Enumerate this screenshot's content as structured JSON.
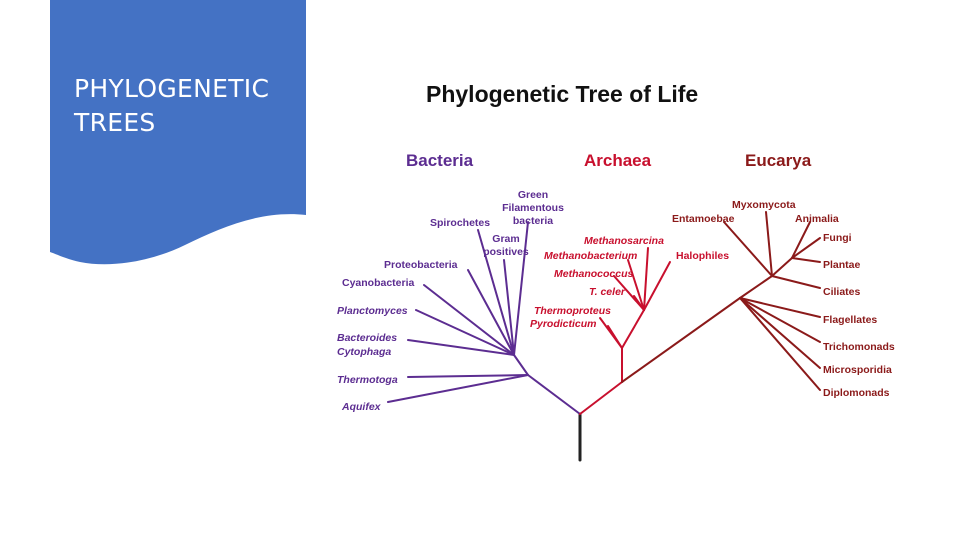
{
  "slide": {
    "title_lines": [
      "PHYLOGENETIC",
      "TREES"
    ],
    "panel_color": "#4472c4"
  },
  "figure": {
    "title": "Phylogenetic Tree of Life",
    "colors": {
      "bacteria": "#5c2d91",
      "archaea": "#c8102e",
      "eucarya": "#8b1a1a",
      "root": "#222222"
    },
    "domains": {
      "bacteria": "Bacteria",
      "archaea": "Archaea",
      "eucarya": "Eucarya"
    },
    "bacteria_taxa": {
      "green_filamentous": [
        "Green",
        "Filamentous",
        "bacteria"
      ],
      "spirochetes": "Spirochetes",
      "gram_positives": [
        "Gram",
        "positives"
      ],
      "proteobacteria": "Proteobacteria",
      "cyanobacteria": "Cyanobacteria",
      "planctomyces": "Planctomyces",
      "bacteroides": [
        "Bacteroides",
        "Cytophaga"
      ],
      "thermotoga": "Thermotoga",
      "aquifex": "Aquifex"
    },
    "archaea_taxa": {
      "methanosarcina": "Methanosarcina",
      "methanobacterium": "Methanobacterium",
      "halophiles": "Halophiles",
      "methanococcus": "Methanococcus",
      "t_celer": "T. celer",
      "thermoproteus": "Thermoproteus",
      "pyrodicticum": "Pyrodicticum"
    },
    "eucarya_taxa": {
      "entamoebae": "Entamoebae",
      "myxomycota": "Myxomycota",
      "animalia": "Animalia",
      "fungi": "Fungi",
      "plantae": "Plantae",
      "ciliates": "Ciliates",
      "flagellates": "Flagellates",
      "trichomonads": "Trichomonads",
      "microsporidia": "Microsporidia",
      "diplomonads": "Diplomonads"
    }
  }
}
